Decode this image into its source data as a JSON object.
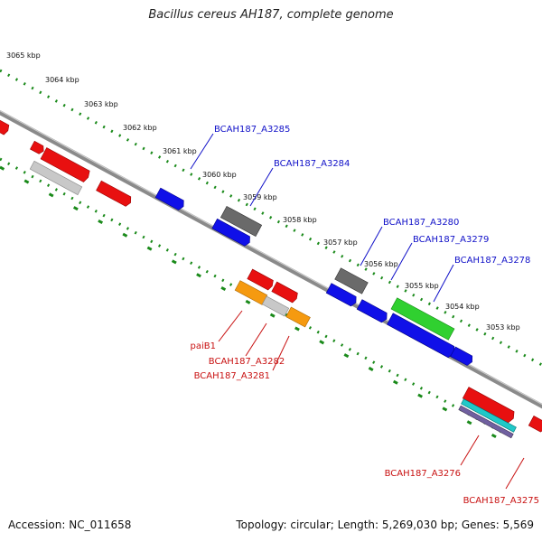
{
  "title": "Bacillus cereus AH187, complete genome",
  "footer": {
    "accession": "Accession: NC_011658",
    "stats": "Topology: circular; Length: 5,269,030 bp; Genes: 5,569"
  },
  "colors": {
    "backbone": "#8a8a8a",
    "ruler": "#1a8a1a",
    "blue_label": "#1010c8",
    "red_label": "#c81010"
  },
  "ruler_ticks": [
    "3065 kbp",
    "3064 kbp",
    "3063 kbp",
    "3062 kbp",
    "3061 kbp",
    "3060 kbp",
    "3059 kbp",
    "3058 kbp",
    "3057 kbp",
    "3056 kbp",
    "3055 kbp",
    "3054 kbp",
    "3053 kbp"
  ],
  "gene_labels_top": [
    "BCAH187_A3285",
    "BCAH187_A3284",
    "BCAH187_A3280",
    "BCAH187_A3279",
    "BCAH187_A3278"
  ],
  "gene_labels_bottom": [
    "paiB1",
    "BCAH187_A3282",
    "BCAH187_A3281",
    "BCAH187_A3276",
    "BCAH187_A3275"
  ]
}
